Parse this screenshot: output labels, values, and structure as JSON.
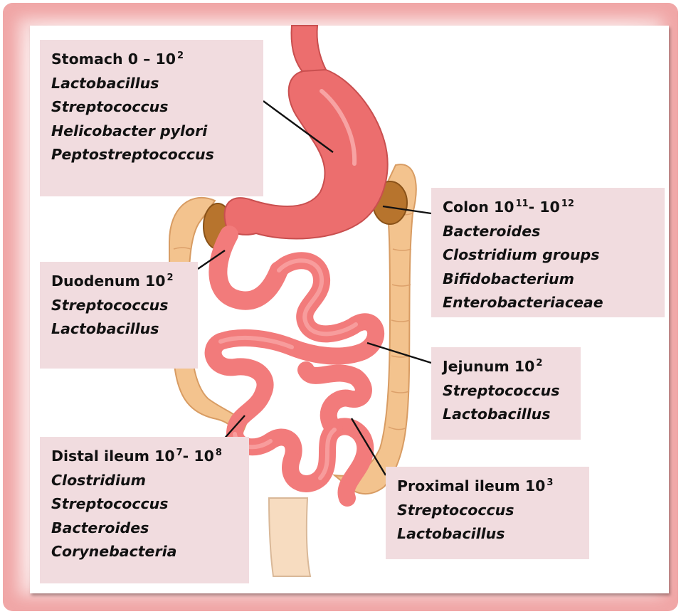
{
  "colors": {
    "frame_glow": "#f0a6a6",
    "label_box": "#f1dcdf",
    "stomach": "#ec6e6e",
    "intestine": "#f27b7b",
    "colon": "#f3c38e",
    "leader_line": "#111111"
  },
  "regions": {
    "stomach": {
      "name": "Stomach 0 – 10",
      "exponent": "2",
      "organisms": [
        "Lactobacillus",
        "Streptococcus",
        "Helicobacter pylori",
        "Peptostreptococcus"
      ]
    },
    "colon": {
      "name": "Colon 10",
      "exponent": "11",
      "sep": "- 10",
      "exponent2": "12",
      "organisms": [
        "Bacteroides",
        "Clostridium groups",
        "Bifidobacterium",
        "Enterobacteriaceae"
      ]
    },
    "duodenum": {
      "name": "Duodenum 10",
      "exponent": "2",
      "organisms": [
        "Streptococcus",
        "Lactobacillus"
      ]
    },
    "jejunum": {
      "name": "Jejunum 10",
      "exponent": "2",
      "organisms": [
        "Streptococcus",
        "Lactobacillus"
      ]
    },
    "distal_ileum": {
      "name": "Distal ileum 10",
      "exponent": "7",
      "sep": "- 10",
      "exponent2": "8",
      "organisms": [
        "Clostridium",
        "Streptococcus",
        "Bacteroides",
        "Corynebacteria"
      ]
    },
    "proximal_ileum": {
      "name": "Proximal ileum 10",
      "exponent": "3",
      "organisms": [
        "Streptococcus",
        "Lactobacillus"
      ]
    }
  }
}
